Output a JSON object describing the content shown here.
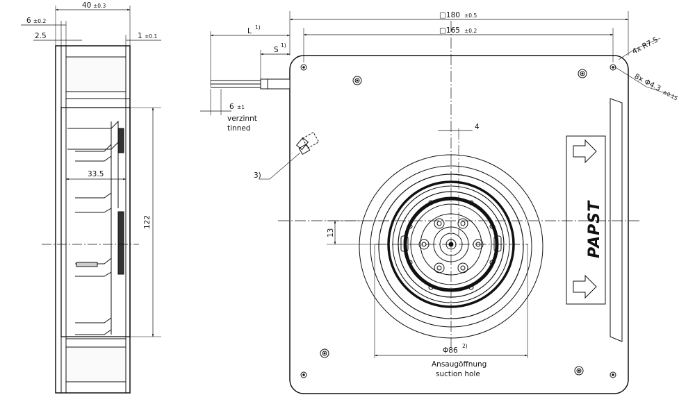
{
  "side_view": {
    "overall_depth": "40",
    "overall_depth_tol": "±0.3",
    "offset_6": "6",
    "offset_6_tol": "±0.2",
    "offset_2_5": "2.5",
    "offset_1": "1",
    "offset_1_tol": "±0.1",
    "depth_33_5": "33.5",
    "height_122": "122"
  },
  "front_view": {
    "outer_square": "□180",
    "outer_square_tol": "±0.5",
    "hole_square": "□165",
    "hole_square_tol": "±0.2",
    "corner_radius": "4x R7.5",
    "mounting_holes": "8x Φ4.3",
    "mounting_holes_tol": "±0.15",
    "lead_length": "L",
    "lead_length_note": "1)",
    "strip_length": "S",
    "strip_length_note": "1)",
    "tinned_length": "6",
    "tinned_length_tol": "±1",
    "tinned_de": "verzinnt",
    "tinned_en": "tinned",
    "connector_note": "3)",
    "offset_4": "4",
    "offset_13": "13",
    "suction_diameter": "Φ86",
    "suction_note": "2)",
    "suction_de": "Ansaugöffnung",
    "suction_en": "suction hole",
    "brand": "PAPST"
  },
  "colors": {
    "line": "#111111",
    "background": "#ffffff"
  }
}
